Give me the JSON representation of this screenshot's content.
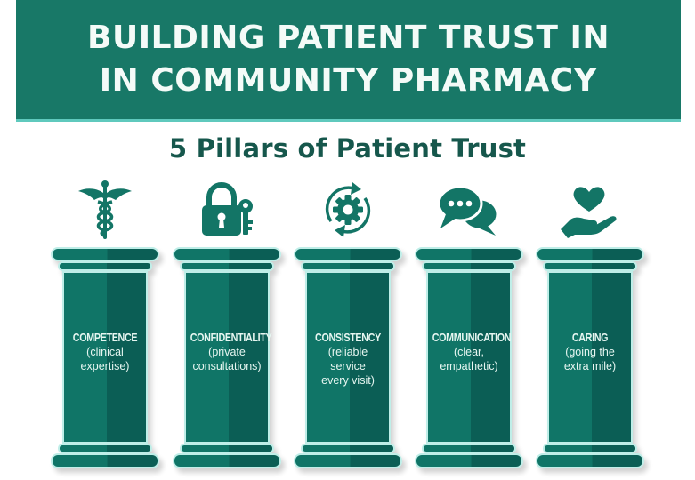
{
  "banner": {
    "line1": "BUILDING PATIENT TRUST IN",
    "line2": "IN COMMUNITY PHARMACY"
  },
  "subtitle": "5 Pillars of Patient Trust",
  "colors": {
    "banner": "#187867",
    "subtitle": "#16574c",
    "pillar_light": "#107567",
    "pillar_dark": "#0b5e55",
    "pillar_outline": "#bfeee8",
    "icon": "#137566"
  },
  "pillars": [
    {
      "icon": "caduceus-icon",
      "title": "COMPETENCE",
      "desc": "(clinical\nexpertise)"
    },
    {
      "icon": "padlock-key-icon",
      "title": "CONFIDENTIALITY",
      "desc": "(private\nconsultations)"
    },
    {
      "icon": "gear-cycle-icon",
      "title": "CONSISTENCY",
      "desc": "(reliable\nservice\nevery visit)"
    },
    {
      "icon": "chat-bubbles-icon",
      "title": "COMMUNICATION",
      "desc": "(clear,\nempathetic)"
    },
    {
      "icon": "heart-hand-icon",
      "title": "CARING",
      "desc": "(going the\nextra mile)"
    }
  ]
}
